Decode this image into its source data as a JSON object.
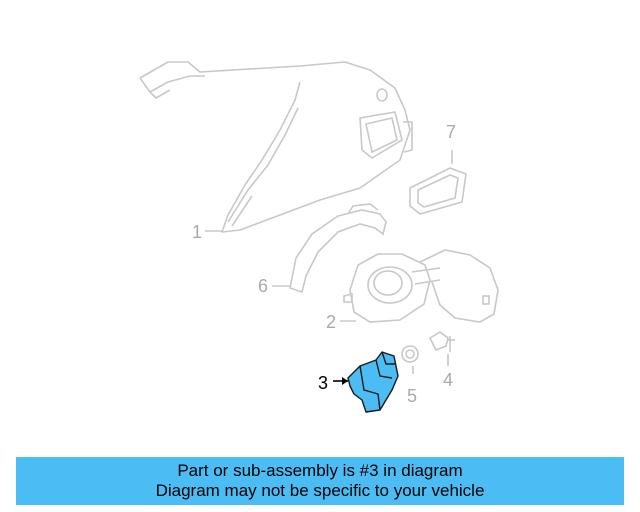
{
  "diagram": {
    "callouts": [
      {
        "id": "1",
        "label": "1"
      },
      {
        "id": "2",
        "label": "2"
      },
      {
        "id": "3",
        "label": "3"
      },
      {
        "id": "4",
        "label": "4"
      },
      {
        "id": "5",
        "label": "5"
      },
      {
        "id": "6",
        "label": "6"
      },
      {
        "id": "7",
        "label": "7"
      }
    ],
    "highlighted_part": "3",
    "colors": {
      "faded_line": "#c8c8c8",
      "faded_text": "#aaaaaa",
      "highlight_fill": "#4bbcf4",
      "highlight_text": "#000000"
    }
  },
  "banner": {
    "line1": "Part or sub-assembly is #3 in diagram",
    "line2": "Diagram may not be specific to your vehicle",
    "color": "#4bbcf4"
  }
}
